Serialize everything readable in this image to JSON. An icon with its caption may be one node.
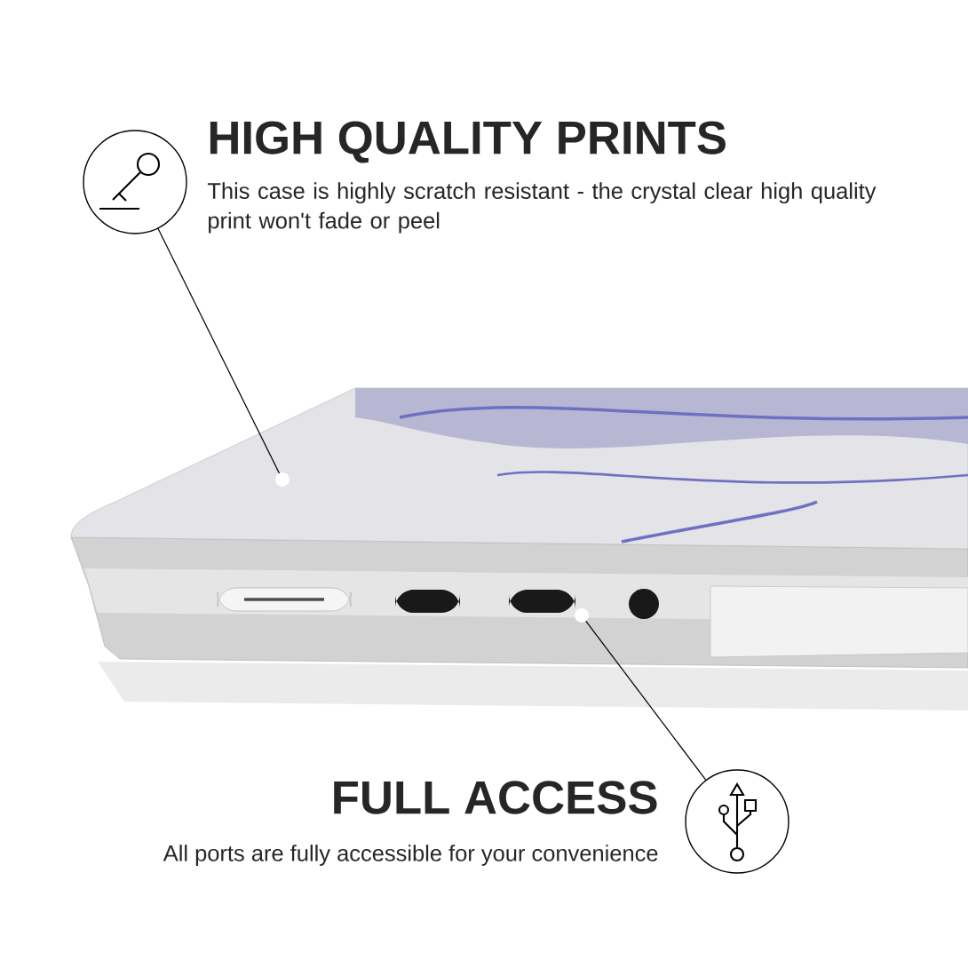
{
  "diagram": {
    "nodes": [
      {
        "text": [],
        "shape": "circle"
      },
      {
        "text": [],
        "shape": "circle"
      },
      {
        "text": [],
        "shape": "circle"
      },
      {
        "text": [],
        "shape": "circle"
      }
    ],
    "edges": [
      {
        "from": 0,
        "to": 1,
        "arrow": "none"
      },
      {
        "from": 2,
        "to": 3,
        "arrow": "none"
      }
    ],
    "labels": [
      "HIGH QUALITY PRINTS",
      "This case is highly scratch resistant - the crystal clear high quality print won't fade or peel",
      "FULL ACCESS",
      "All ports are fully accessible for your convenience"
    ]
  }
}
